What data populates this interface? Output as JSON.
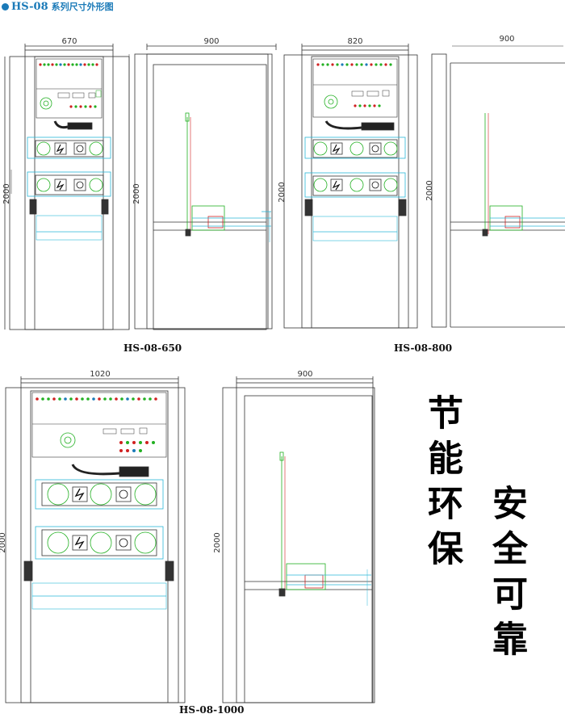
{
  "header": {
    "model": "HS-08",
    "series_title": "系列尺寸外形图",
    "accent_color": "#1a7ab8"
  },
  "captions": [
    "HS-08-650",
    "HS-08-800",
    "HS-08-1000"
  ],
  "dimensions": {
    "front_650": {
      "width": "670",
      "height": "2000"
    },
    "side_650": {
      "depth": "900",
      "height": "2000"
    },
    "front_800": {
      "width": "820",
      "height": "2000"
    },
    "side_800": {
      "depth": "900",
      "height": "2000"
    },
    "front_1000": {
      "width": "1020",
      "height": "2000"
    },
    "side_1000": {
      "depth": "900",
      "height": "2000"
    }
  },
  "slogans": {
    "left": "节能环保",
    "right": "安全可靠"
  },
  "colors": {
    "line": "#333333",
    "cyan": "#2ab8d8",
    "green": "#22b022",
    "red": "#d02020"
  }
}
